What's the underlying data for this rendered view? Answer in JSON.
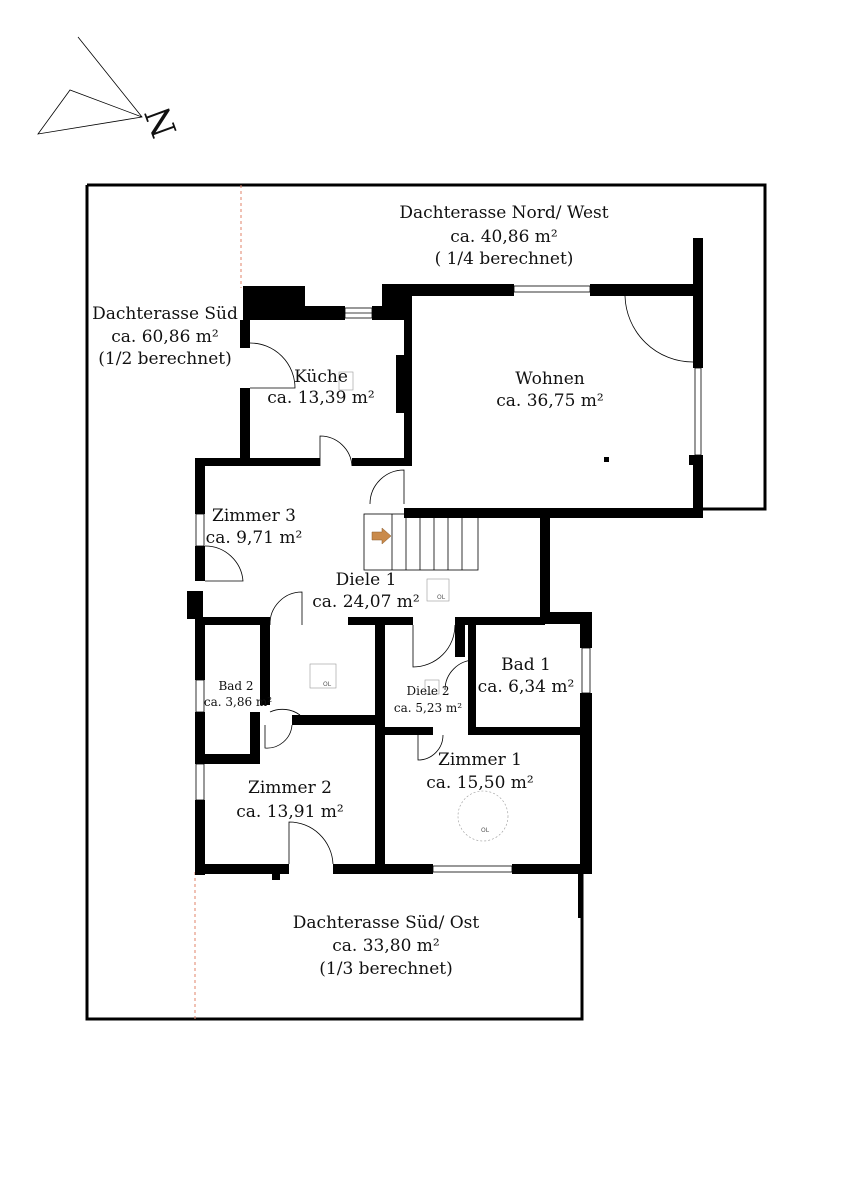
{
  "compass": {
    "label": "N"
  },
  "terraces": {
    "nord_west": {
      "name": "Dachterasse Nord/ West",
      "area": "ca. 40,86 m²",
      "note": "( 1/4 berechnet)"
    },
    "sued": {
      "name": "Dachterasse Süd",
      "area": "ca. 60,86 m²",
      "note": "(1/2 berechnet)"
    },
    "sued_ost": {
      "name": "Dachterasse Süd/ Ost",
      "area": "ca. 33,80 m²",
      "note": "(1/3 berechnet)"
    }
  },
  "rooms": {
    "kueche": {
      "name": "Küche",
      "area": "ca. 13,39 m²"
    },
    "wohnen": {
      "name": "Wohnen",
      "area": "ca. 36,75 m²"
    },
    "zimmer3": {
      "name": "Zimmer 3",
      "area": "ca. 9,71 m²"
    },
    "diele1": {
      "name": "Diele 1",
      "area": "ca. 24,07 m²"
    },
    "bad2": {
      "name": "Bad 2",
      "area": "ca. 3,86 m²"
    },
    "diele2": {
      "name": "Diele 2",
      "area": "ca. 5,23 m²"
    },
    "bad1": {
      "name": "Bad 1",
      "area": "ca. 6,34 m²"
    },
    "zimmer1": {
      "name": "Zimmer 1",
      "area": "ca. 15,50 m²"
    },
    "zimmer2": {
      "name": "Zimmer 2",
      "area": "ca. 13,91 m²"
    }
  },
  "ol_marker": "OL",
  "colors": {
    "wall": "#000000",
    "terrace_line": "#e0836a",
    "stair_arrow": "#c98a4b"
  }
}
